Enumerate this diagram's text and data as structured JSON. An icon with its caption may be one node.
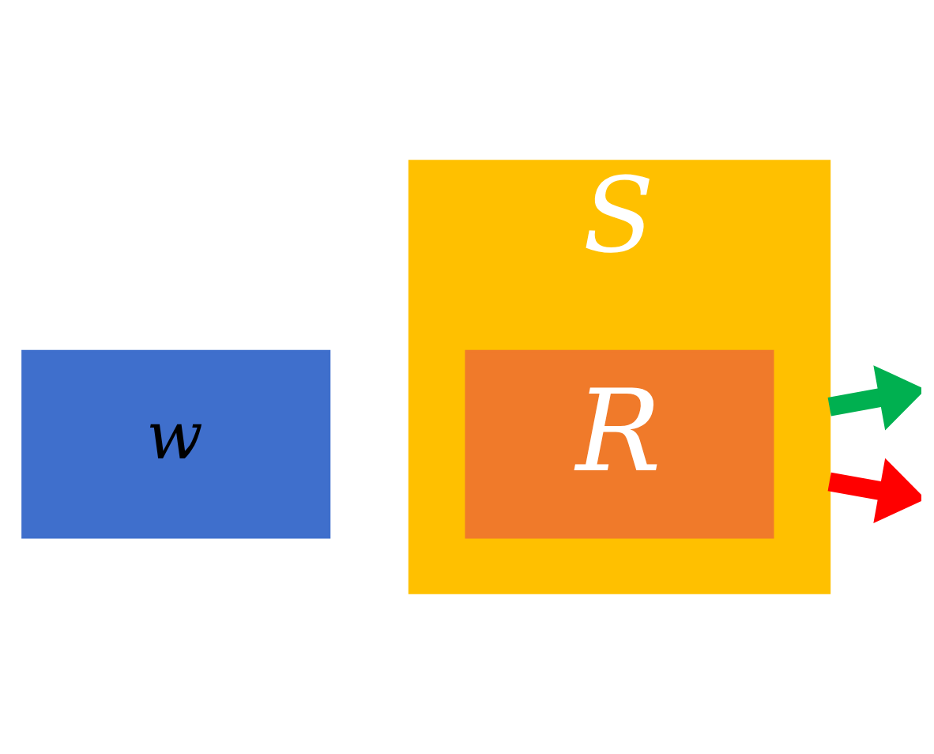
{
  "diagram": {
    "nodes": [
      {
        "text": [
          "w"
        ]
      },
      {
        "text": [
          "S"
        ]
      },
      {
        "text": [
          "R"
        ],
        "in": 1
      }
    ],
    "edges": [
      {
        "from": 1,
        "to": null,
        "arrow": "to",
        "color": "#00b050"
      },
      {
        "from": 1,
        "to": null,
        "arrow": "to",
        "color": "#ff0000"
      }
    ]
  }
}
